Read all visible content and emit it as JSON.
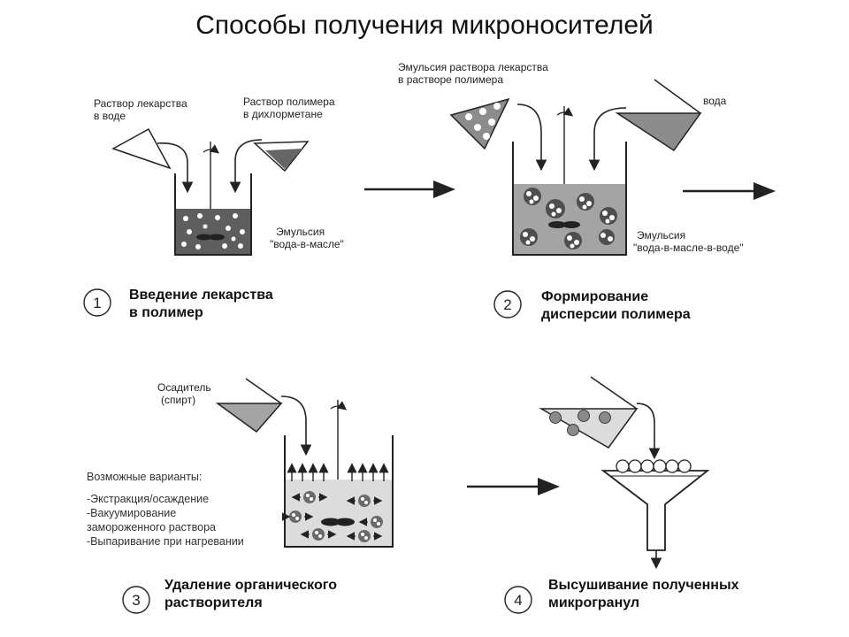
{
  "title": "Способы получения микроносителей",
  "stage1": {
    "number": "1",
    "drug_solution": [
      "Раствор лекарства",
      "в воде"
    ],
    "polymer_solution": [
      "Раствор полимера",
      "в дихлорметане"
    ],
    "emulsion": [
      "Эмульсия",
      "\"вода-в-масле\""
    ],
    "caption": [
      "Введение лекарства",
      "в полимер"
    ]
  },
  "stage2": {
    "number": "2",
    "emulsion_input": [
      "Эмульсия раствора лекарства",
      "в растворе полимера"
    ],
    "water": "вода",
    "emulsion": [
      "Эмульсия",
      "\"вода-в-масле-в-воде\""
    ],
    "caption": [
      "Формирование",
      "дисперсии полимера"
    ]
  },
  "stage3": {
    "number": "3",
    "precipitant": [
      "Осадитель",
      "(спирт)"
    ],
    "variants_title": "Возможные варианты:",
    "variants": [
      "-Экстракция/осаждение",
      "-Вакуумирование",
      " замороженного раствора",
      "-Выпаривание при нагревании"
    ],
    "caption": [
      "Удаление органического",
      "растворителя"
    ]
  },
  "stage4": {
    "number": "4",
    "caption": [
      "Высушивание полученных",
      "микрогранул"
    ]
  }
}
